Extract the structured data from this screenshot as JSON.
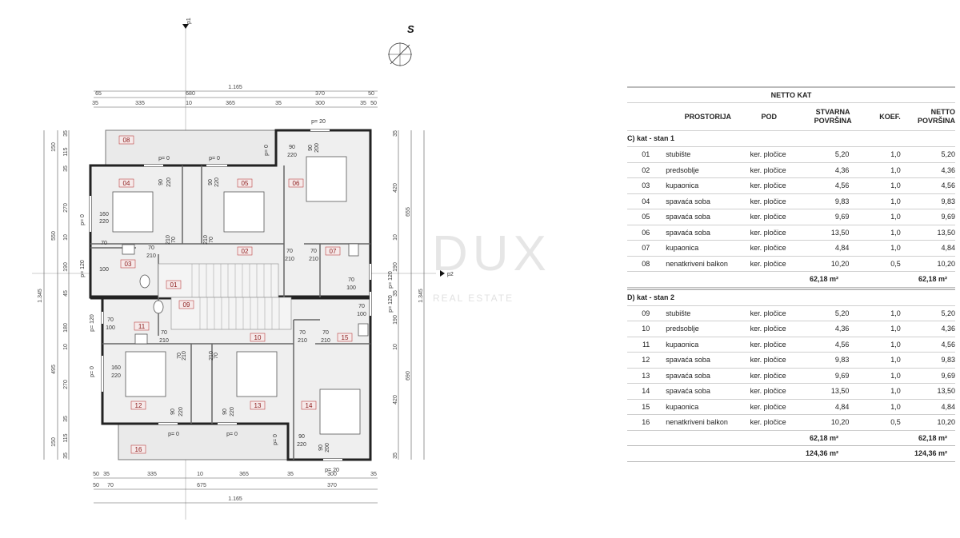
{
  "plan": {
    "section_markers": [
      "p1",
      "p2"
    ],
    "compass_label": "S",
    "rooms": [
      "08",
      "04",
      "05",
      "06",
      "03",
      "02",
      "07",
      "01",
      "09",
      "11",
      "10",
      "15",
      "12",
      "13",
      "14",
      "16"
    ],
    "dims_top": {
      "overall": "1.165",
      "row2": [
        "65",
        "680",
        "370",
        "50"
      ],
      "row3": [
        "35",
        "335",
        "10",
        "365",
        "35",
        "300",
        "35",
        "50"
      ]
    },
    "dims_bottom": {
      "row1": [
        "50",
        "35",
        "335",
        "10",
        "365",
        "35",
        "300",
        "35"
      ],
      "row2": [
        "50",
        "70",
        "675",
        "370"
      ],
      "overall": "1.165"
    },
    "dims_left": {
      "overall": "1.345",
      "mid": [
        "150",
        "550",
        "495",
        "150"
      ],
      "inner": [
        "35",
        "115",
        "35",
        "270",
        "10",
        "190",
        "45",
        "180",
        "10",
        "270",
        "35",
        "115",
        "35"
      ]
    },
    "dims_right": {
      "inner": [
        "35",
        "420",
        "10",
        "190",
        "35",
        "190",
        "10",
        "420",
        "35"
      ],
      "mid": [
        "655",
        "690"
      ],
      "overall": "1.345"
    },
    "annotations": [
      "p= 20",
      "90",
      "200",
      "p= 0",
      "90",
      "220",
      "p= 0",
      "p= 0",
      "90",
      "220",
      "90",
      "220",
      "p= 0",
      "160",
      "220",
      "70",
      "100",
      "p= 120",
      "70",
      "210",
      "210",
      "70",
      "210",
      "70",
      "70",
      "210",
      "70",
      "210",
      "70",
      "100",
      "p= 120",
      "70",
      "100",
      "p= 120",
      "70",
      "100",
      "70",
      "210",
      "210",
      "70",
      "210",
      "70",
      "70",
      "210",
      "70",
      "210",
      "p= 120",
      "p= 0",
      "160",
      "220",
      "90",
      "220",
      "90",
      "220",
      "p= 0",
      "p= 0",
      "p= 0",
      "90",
      "220",
      "90",
      "200",
      "p= 20"
    ]
  },
  "watermark": {
    "brand": "DUX",
    "sub": "REAL ESTATE"
  },
  "table": {
    "title": "NETTO KAT",
    "headers": {
      "room": "PROSTORIJA",
      "floor": "POD",
      "area_1": "STVARNA",
      "area_2": "POVRŠINA",
      "coef": "KOEF.",
      "net_1": "NETTO",
      "net_2": "POVRŠINA"
    },
    "sections": [
      {
        "label": "C) kat - stan 1",
        "rows": [
          {
            "no": "01",
            "name": "stubište",
            "floor": "ker. pločice",
            "area": "5,20",
            "coef": "1,0",
            "net": "5,20"
          },
          {
            "no": "02",
            "name": "predsoblje",
            "floor": "ker. pločice",
            "area": "4,36",
            "coef": "1,0",
            "net": "4,36"
          },
          {
            "no": "03",
            "name": "kupaonica",
            "floor": "ker. pločice",
            "area": "4,56",
            "coef": "1,0",
            "net": "4,56"
          },
          {
            "no": "04",
            "name": "spavaća soba",
            "floor": "ker. pločice",
            "area": "9,83",
            "coef": "1,0",
            "net": "9,83"
          },
          {
            "no": "05",
            "name": "spavaća soba",
            "floor": "ker. pločice",
            "area": "9,69",
            "coef": "1,0",
            "net": "9,69"
          },
          {
            "no": "06",
            "name": "spavaća soba",
            "floor": "ker. pločice",
            "area": "13,50",
            "coef": "1,0",
            "net": "13,50"
          },
          {
            "no": "07",
            "name": "kupaonica",
            "floor": "ker. pločice",
            "area": "4,84",
            "coef": "1,0",
            "net": "4,84"
          },
          {
            "no": "08",
            "name": "nenatkriveni balkon",
            "floor": "ker. pločice",
            "area": "10,20",
            "coef": "0,5",
            "net": "10,20"
          }
        ],
        "total_area": "62,18 m²",
        "total_net": "62,18 m²"
      },
      {
        "label": "D) kat - stan 2",
        "rows": [
          {
            "no": "09",
            "name": "stubište",
            "floor": "ker. pločice",
            "area": "5,20",
            "coef": "1,0",
            "net": "5,20"
          },
          {
            "no": "10",
            "name": "predsoblje",
            "floor": "ker. pločice",
            "area": "4,36",
            "coef": "1,0",
            "net": "4,36"
          },
          {
            "no": "11",
            "name": "kupaonica",
            "floor": "ker. pločice",
            "area": "4,56",
            "coef": "1,0",
            "net": "4,56"
          },
          {
            "no": "12",
            "name": "spavaća soba",
            "floor": "ker. pločice",
            "area": "9,83",
            "coef": "1,0",
            "net": "9,83"
          },
          {
            "no": "13",
            "name": "spavaća soba",
            "floor": "ker. pločice",
            "area": "9,69",
            "coef": "1,0",
            "net": "9,69"
          },
          {
            "no": "14",
            "name": "spavaća soba",
            "floor": "ker. pločice",
            "area": "13,50",
            "coef": "1,0",
            "net": "13,50"
          },
          {
            "no": "15",
            "name": "kupaonica",
            "floor": "ker. pločice",
            "area": "4,84",
            "coef": "1,0",
            "net": "4,84"
          },
          {
            "no": "16",
            "name": "nenatkriveni balkon",
            "floor": "ker. pločice",
            "area": "10,20",
            "coef": "0,5",
            "net": "10,20"
          }
        ],
        "total_area": "62,18 m²",
        "total_net": "62,18 m²"
      }
    ],
    "grand_total_area": "124,36 m²",
    "grand_total_net": "124,36 m²"
  }
}
